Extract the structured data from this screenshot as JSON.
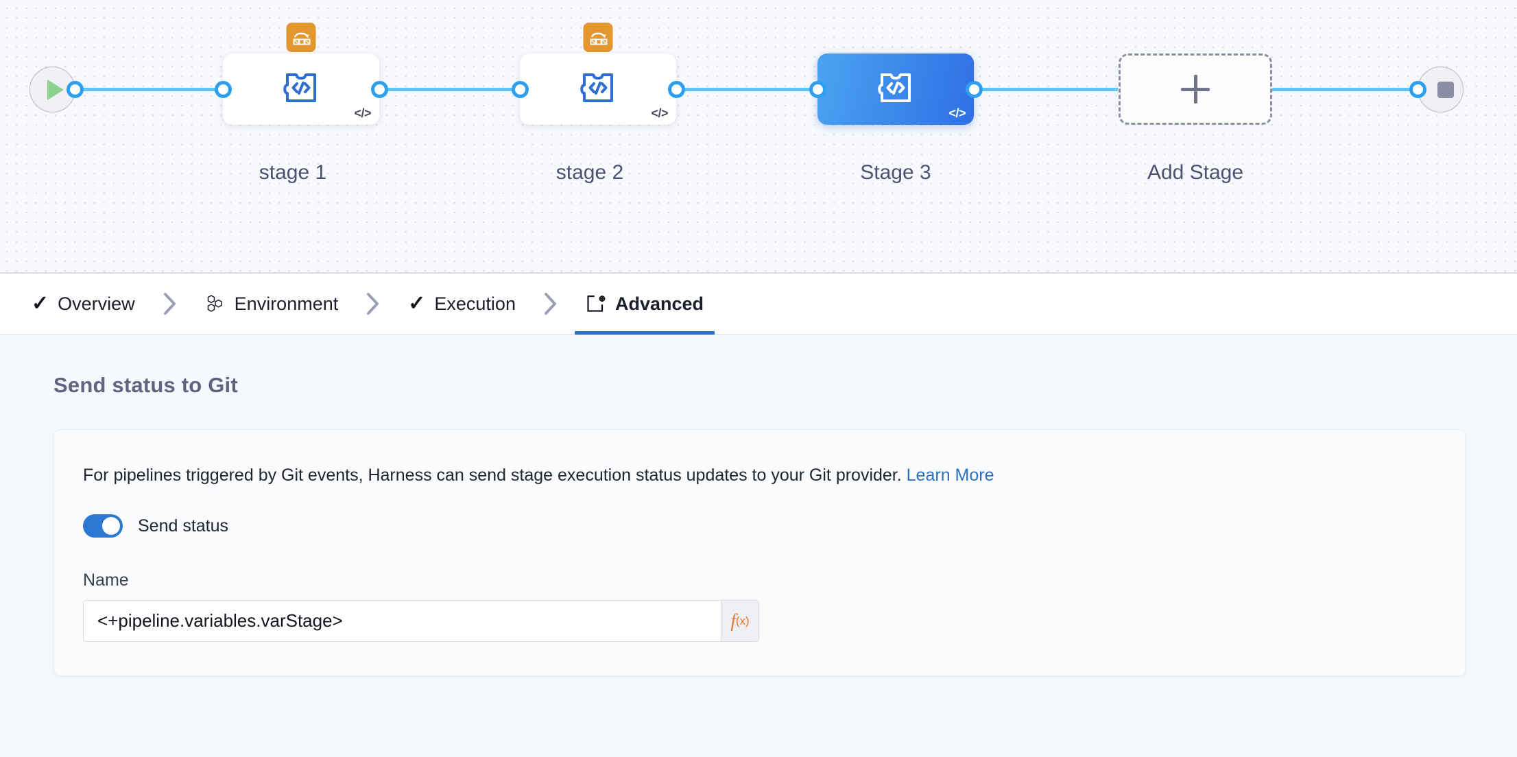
{
  "canvas": {
    "start_node": {
      "icon": "play-icon",
      "label": "Start"
    },
    "end_node": {
      "icon": "stop-icon",
      "label": "End"
    },
    "stages": [
      {
        "label": "stage 1",
        "type_icon": "stage-puzzle-icon",
        "badge_icon": "matrix-looping-icon",
        "code_badge": "</>",
        "selected": false,
        "has_matrix": true
      },
      {
        "label": "stage 2",
        "type_icon": "stage-puzzle-icon",
        "badge_icon": "matrix-looping-icon",
        "code_badge": "</>",
        "selected": false,
        "has_matrix": true
      },
      {
        "label": "Stage 3",
        "type_icon": "stage-puzzle-icon",
        "badge_icon": "",
        "code_badge": "</>",
        "selected": true,
        "has_matrix": false
      }
    ],
    "add_stage": {
      "label": "Add Stage",
      "icon": "plus-icon"
    }
  },
  "tabs": [
    {
      "label": "Overview",
      "icon": "check-icon",
      "active": false
    },
    {
      "label": "Environment",
      "icon": "hexagon-cluster-icon",
      "active": false
    },
    {
      "label": "Execution",
      "icon": "check-icon",
      "active": false
    },
    {
      "label": "Advanced",
      "icon": "window-gear-icon",
      "active": true
    }
  ],
  "tab_separator_icon": "chevron-right-icon",
  "content": {
    "section_title": "Send status to Git",
    "description": "For pipelines triggered by Git events, Harness can send stage execution status updates to your Git provider.",
    "learn_more": "Learn More",
    "toggle": {
      "label": "Send status",
      "checked": true
    },
    "name_field": {
      "label": "Name",
      "value": "<+pipeline.variables.varStage>",
      "placeholder": "",
      "expression_button": "f(x)"
    }
  },
  "colors": {
    "accent_blue": "#2b6ed0",
    "link_blue": "#2d6fc4",
    "edge_blue": "#5cc5f2",
    "matrix_orange": "#e5972f",
    "fx_orange": "#e8732a",
    "selected_gradient_from": "#4aa3f0",
    "selected_gradient_to": "#2f6fe4",
    "canvas_bg": "#f7f9fc",
    "content_bg": "#f4f9fd"
  }
}
